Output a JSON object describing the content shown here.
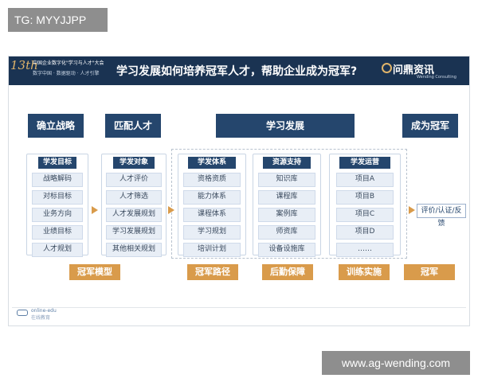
{
  "watermark_top": "TG: MYYJJPP",
  "watermark_bottom": "www.ag-wending.com",
  "header": {
    "logo_number": "13th",
    "logo_line1": "中国企业数字化\"学习与人才\"大会",
    "logo_line2": "数字中国 · 数据驱动 · 人才引擎",
    "title": "学习发展如何培养冠军人才，帮助企业成为冠军?",
    "brand": "问鼎资讯",
    "brand_sub": "Wending Consulting"
  },
  "top_boxes": {
    "strategy": "确立战略",
    "match": "匹配人才",
    "learning": "学习发展",
    "champion": "成为冠军"
  },
  "columns": [
    {
      "head": "学发目标",
      "items": [
        "战略解码",
        "对标目标",
        "业务方向",
        "业绩目标",
        "人才规划"
      ]
    },
    {
      "head": "学发对象",
      "items": [
        "人才评价",
        "人才筛选",
        "人才发展规划",
        "学习发展规划",
        "其他相关规划"
      ]
    },
    {
      "head": "学发体系",
      "items": [
        "资格资质",
        "能力体系",
        "课程体系",
        "学习规划",
        "培训计划"
      ]
    },
    {
      "head": "资源支持",
      "items": [
        "知识库",
        "课程库",
        "案例库",
        "师资库",
        "设备设施库"
      ]
    },
    {
      "head": "学发运营",
      "items": [
        "项目A",
        "项目B",
        "项目C",
        "项目D",
        "……"
      ]
    }
  ],
  "evaluation": "评价/认证/反馈",
  "bottom_labels": [
    "冠军模型",
    "冠军路径",
    "后勤保障",
    "训练实施",
    "冠军"
  ],
  "footer_logos": [
    "online-edu",
    "在线教育"
  ]
}
